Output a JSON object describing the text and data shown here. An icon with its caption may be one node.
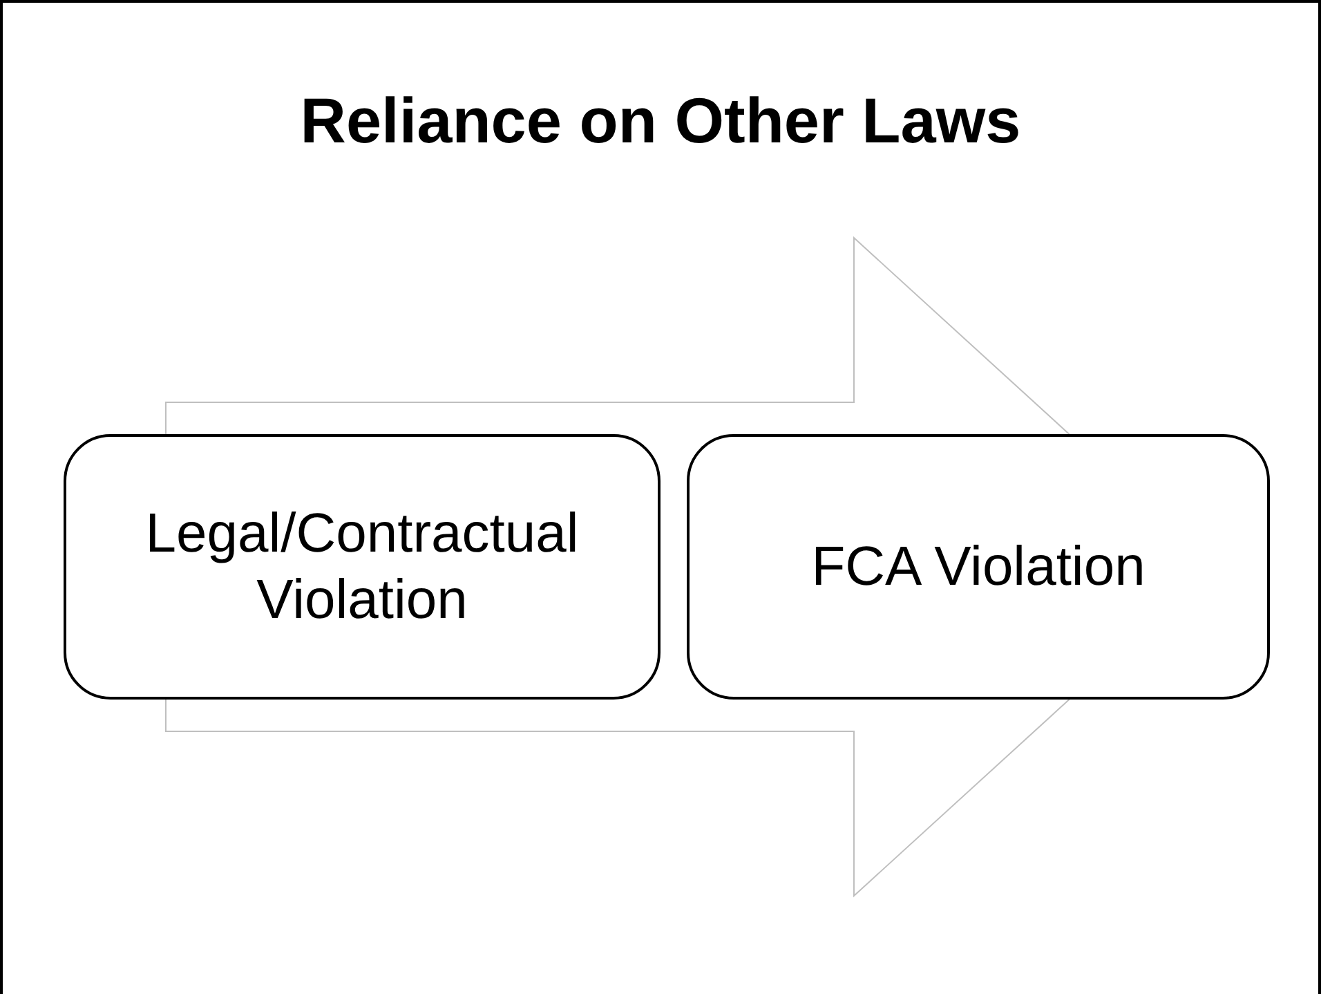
{
  "diagram": {
    "title": "Reliance on Other Laws",
    "nodes": [
      {
        "text": [
          "Legal/Contractual Violation"
        ]
      },
      {
        "text": [
          "FCA Violation"
        ]
      }
    ],
    "edges": [
      {
        "from": 0,
        "to": 1,
        "arrow": "to"
      }
    ]
  }
}
